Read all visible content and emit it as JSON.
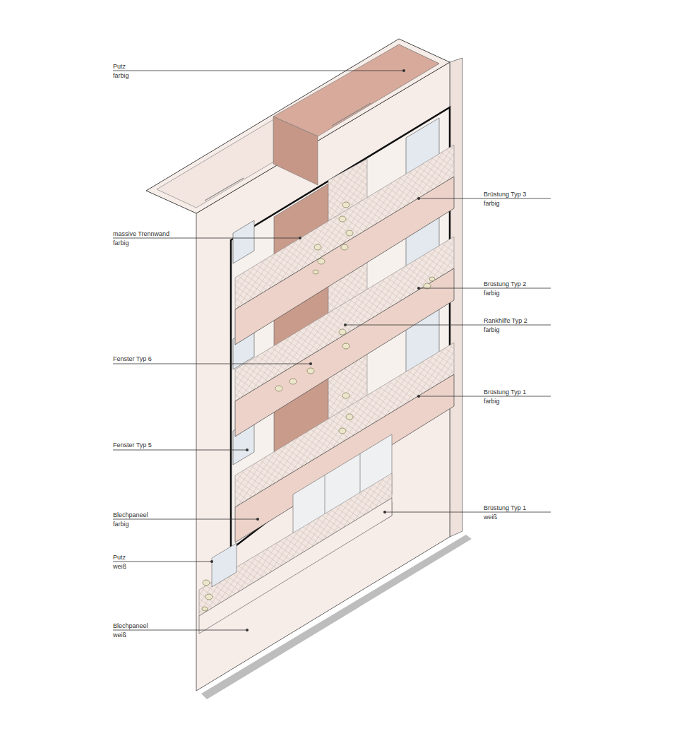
{
  "diagram": {
    "labels": [
      "Putz",
      "farbig",
      "Brüstung Typ 3",
      "farbig",
      "massive Trennwand",
      "farbig",
      "Brüstung Typ 2",
      "farbig",
      "Rankhilfe Typ 2",
      "farbig",
      "Fenster Typ 6",
      "Brüstung Typ 1",
      "farbig",
      "Fenster Typ 5",
      "Brüstung Typ 1",
      "weiß",
      "Blechpaneel",
      "farbig",
      "Putz",
      "weiß",
      "Blechpaneel",
      "weiß"
    ]
  }
}
